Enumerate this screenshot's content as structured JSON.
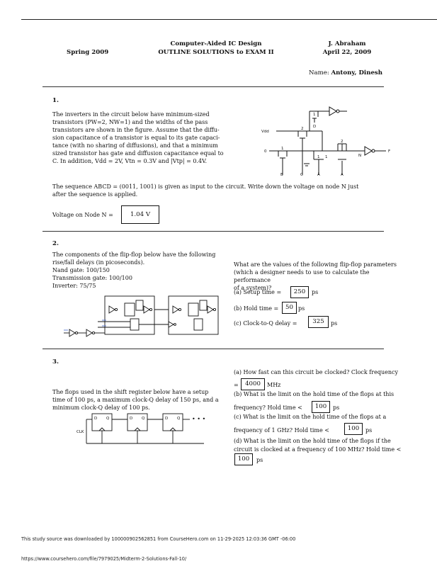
{
  "header": {
    "semester": "Spring 2009",
    "course": "Computer-Aided IC Design",
    "subtitle": "OUTLINE SOLUTIONS to EXAM II",
    "instructor": "J. Abraham",
    "date": "April 22, 2009",
    "name_label": "Name:",
    "name_value": "Antony, Dinesh"
  },
  "q1": {
    "number": "1.",
    "lines": [
      "The inverters in the circuit below have minimum-sized",
      "transistors (PW=2, NW=1) and the widths of the pass",
      "transistors are shown in the figure. Assume that the diffu-",
      "sion capacitance of a transistor is equal to its gate capaci-",
      "tance (with no sharing of diffusions), and that a minimum",
      "sized transistor has gate and diffusion capacitance equal to",
      "C. In addition, Vdd = 2V, Vtn = 0.3V and |Vtp| = 0.4V."
    ],
    "sequence_lines": [
      "The sequence ABCD = (0011, 1001) is given as input to the circuit. Write down the voltage on node N just",
      "after the sequence is applied."
    ],
    "answer_label": "Voltage on Node N =",
    "answer_value": "1.04 V",
    "circuit_labels": {
      "vdd": "Vdd",
      "zero": "0",
      "n": "N",
      "f": "F",
      "d": "D",
      "c": "C",
      "b": "B",
      "abar": "Ā",
      "a": "A",
      "w1": "1",
      "w2": "2",
      "w3": "1",
      "w4": "1",
      "w5": "2",
      "w6": "1"
    }
  },
  "q2": {
    "number": "2.",
    "left_lines": [
      "The components of the flip-flop below have the following",
      "rise/fall delays (in picoseconds).",
      "Nand gate: 100/150",
      "Transmission gate: 100/100",
      "Inverter: 75/75"
    ],
    "right_lines": [
      "What are the values of the following flip-flop parameters",
      "(which a designer needs to use to calculate the performance",
      "of a system)?"
    ],
    "setup_label": "(a) Setup time =",
    "setup_value": "250",
    "hold_label": "(b) Hold time =",
    "hold_value": "50",
    "c2q_label": "(c) Clock-to-Q delay =",
    "c2q_value": "325",
    "unit": "ps"
  },
  "q3": {
    "number": "3.",
    "left_lines": [
      "The flops used in the shift register below have a setup",
      "time of 100 ps, a maximum clock-Q delay of 150 ps, and a",
      "minimum clock-Q delay of 100 ps."
    ],
    "clk_label": "CLK",
    "dq_d": "D",
    "dq_q": "Q",
    "ellipsis": "•  •  •",
    "a_line1": "(a) How fast can this circuit be clocked?   Clock frequency",
    "a_eq": "=",
    "a_value": "4000",
    "a_unit": "MHz",
    "b_line1": "(b) What is the limit on the hold time of the flops at this",
    "b_line2": "frequency? Hold time <",
    "b_value": "100",
    "c_line1": "(c) What is the limit on the hold time of the flops at a",
    "c_line2": "frequency of 1 GHz? Hold time <",
    "c_value": "100",
    "d_line1": "(d) What is the limit on the hold time of the flops if the",
    "d_line2": "circuit is clocked at a frequency of 100 MHz? Hold time <",
    "d_value": "100",
    "unit": "ps"
  },
  "footer": {
    "line1": "This study source was downloaded by 100000902562851 from CourseHero.com on 11-29-2025 12:03:36 GMT -06:00",
    "line2": "https://www.coursehero.com/file/7979025/Midterm-2-Solutions-Fall-10/"
  }
}
